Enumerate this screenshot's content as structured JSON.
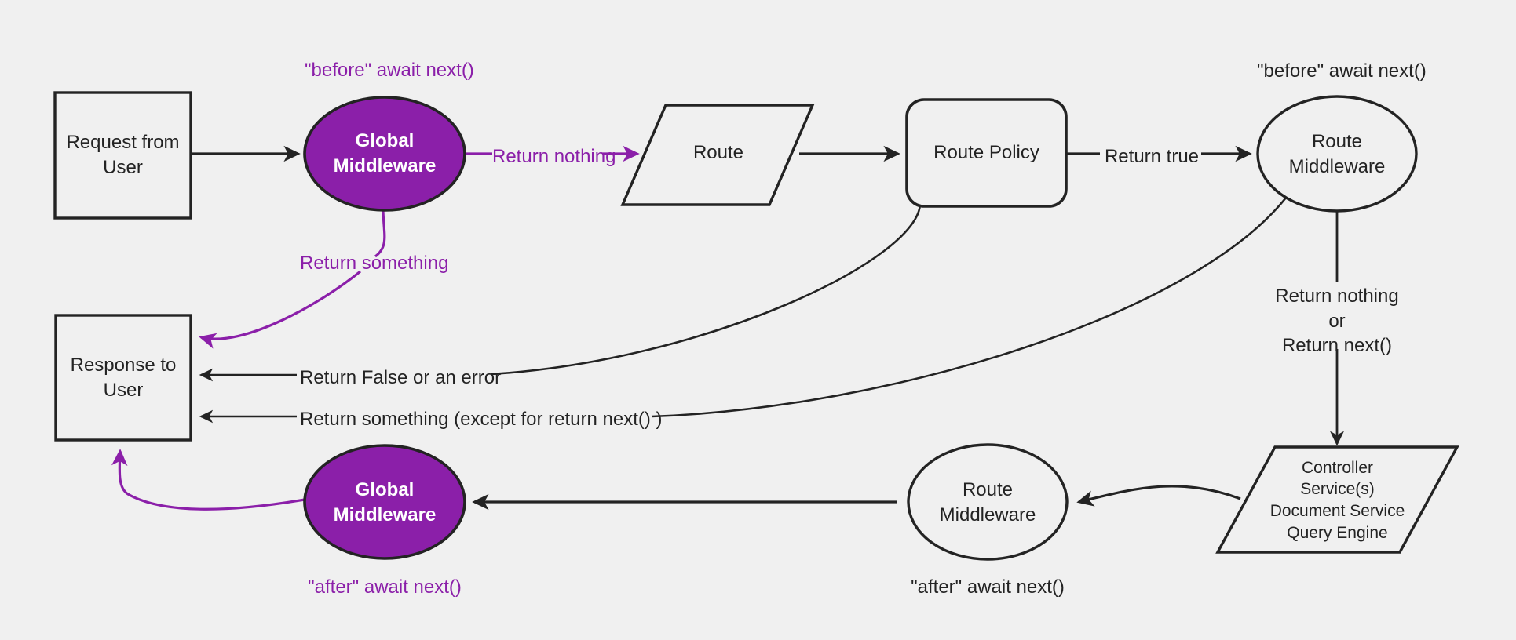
{
  "diagram": {
    "title": "Request lifecycle middleware flow",
    "background_color": "#f0f0f0",
    "accent_color": "#8B1FA9",
    "stroke_color": "#232323",
    "nodes": [
      {
        "id": "request-from-user",
        "label": "Request from\nUser",
        "shape": "rectangle"
      },
      {
        "id": "global-middleware-before",
        "label": "Global\nMiddleware",
        "shape": "ellipse",
        "fill": "#8B1FA9"
      },
      {
        "id": "route",
        "label": "Route",
        "shape": "parallelogram"
      },
      {
        "id": "route-policy",
        "label": "Route Policy",
        "shape": "rounded-rectangle"
      },
      {
        "id": "route-middleware-before",
        "label": "Route\nMiddleware",
        "shape": "ellipse"
      },
      {
        "id": "controller-services",
        "label": "Controller\nService(s)\nDocument Service\nQuery Engine",
        "shape": "parallelogram"
      },
      {
        "id": "route-middleware-after",
        "label": "Route\nMiddleware",
        "shape": "ellipse"
      },
      {
        "id": "global-middleware-after",
        "label": "Global\nMiddleware",
        "shape": "ellipse",
        "fill": "#8B1FA9"
      },
      {
        "id": "response-to-user",
        "label": "Response to\nUser",
        "shape": "rectangle"
      }
    ],
    "node_labels": {
      "request_from_user_line1": "Request from",
      "request_from_user_line2": "User",
      "global_middleware_before_line1": "Global",
      "global_middleware_before_line2": "Middleware",
      "route": "Route",
      "route_policy": "Route Policy",
      "route_middleware_before_line1": "Route",
      "route_middleware_before_line2": "Middleware",
      "controller_line1": "Controller",
      "controller_line2": "Service(s)",
      "controller_line3": "Document Service",
      "controller_line4": "Query Engine",
      "route_middleware_after_line1": "Route",
      "route_middleware_after_line2": "Middleware",
      "global_middleware_after_line1": "Global",
      "global_middleware_after_line2": "Middleware",
      "response_to_user_line1": "Response to",
      "response_to_user_line2": "User"
    },
    "annotations": {
      "before_await_next_global": "\"before\" await next()",
      "before_await_next_route": "\"before\" await next()",
      "after_await_next_global": "\"after\" await next()",
      "after_await_next_route": "\"after\" await next()"
    },
    "edge_labels": {
      "return_nothing_global": "Return nothing",
      "return_something_global": "Return something",
      "return_true": "Return true",
      "return_nothing_or_next_line1": "Return nothing",
      "return_nothing_or_next_line2": "or",
      "return_nothing_or_next_line3": "Return next()",
      "return_false_or_error": "Return False or an error",
      "return_something_except_next": "Return something (except for return next() )"
    },
    "edges": [
      {
        "from": "request-from-user",
        "to": "global-middleware-before",
        "label": "",
        "color": "#232323"
      },
      {
        "from": "global-middleware-before",
        "to": "route",
        "label": "Return nothing",
        "color": "#8B1FA9"
      },
      {
        "from": "global-middleware-before",
        "to": "response-to-user",
        "label": "Return something",
        "color": "#8B1FA9"
      },
      {
        "from": "route",
        "to": "route-policy",
        "label": "",
        "color": "#232323"
      },
      {
        "from": "route-policy",
        "to": "route-middleware-before",
        "label": "Return true",
        "color": "#232323"
      },
      {
        "from": "route-policy",
        "to": "response-to-user",
        "label": "Return False or an error",
        "color": "#232323"
      },
      {
        "from": "route-middleware-before",
        "to": "controller-services",
        "label": "Return nothing or Return next()",
        "color": "#232323"
      },
      {
        "from": "route-middleware-before",
        "to": "response-to-user",
        "label": "Return something (except for return next() )",
        "color": "#232323"
      },
      {
        "from": "controller-services",
        "to": "route-middleware-after",
        "label": "",
        "color": "#232323"
      },
      {
        "from": "route-middleware-after",
        "to": "global-middleware-after",
        "label": "",
        "color": "#232323"
      },
      {
        "from": "global-middleware-after",
        "to": "response-to-user",
        "label": "",
        "color": "#8B1FA9"
      }
    ]
  }
}
